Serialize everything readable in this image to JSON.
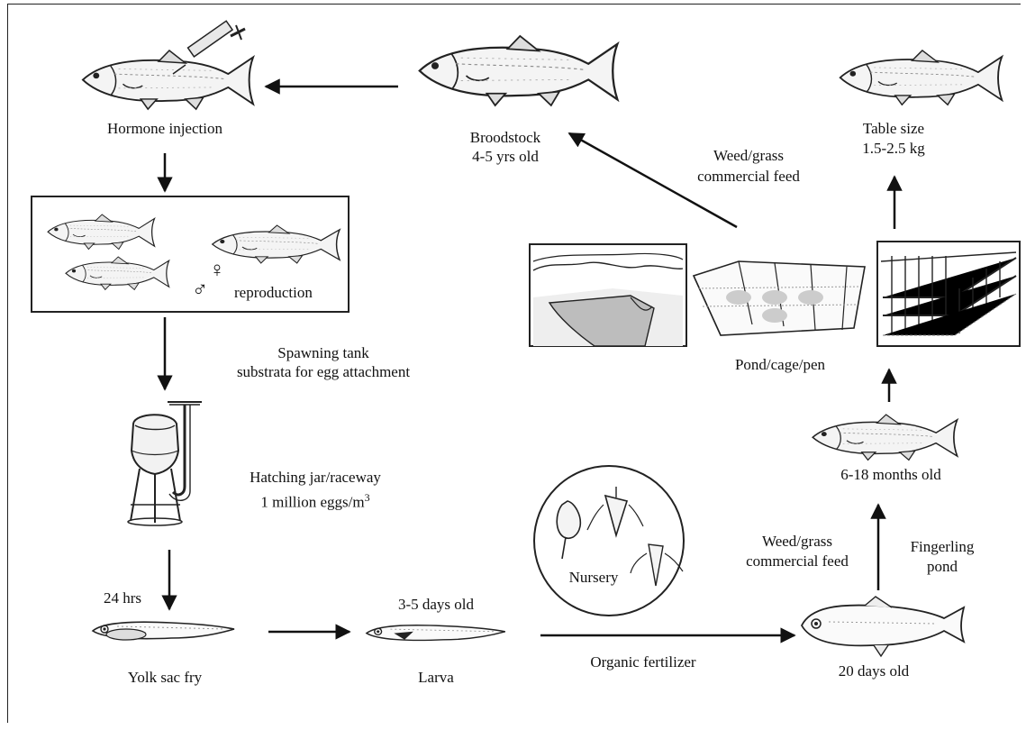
{
  "stages": {
    "hormone_injection": "Hormone injection",
    "broodstock_line1": "Broodstock",
    "broodstock_line2": "4-5 yrs old",
    "reproduction": "reproduction",
    "male_symbol": "♂",
    "female_symbol": "♀",
    "spawning_line1": "Spawning tank",
    "spawning_line2": "substrata for egg attachment",
    "hatching_line1": "Hatching jar/raceway",
    "hatching_line2_main": "1 million eggs/m",
    "hatching_line2_sup": "3",
    "hrs24": "24 hrs",
    "yolk_sac_fry": "Yolk sac fry",
    "larva_age": "3-5 days old",
    "larva": "Larva",
    "organic_fertilizer": "Organic fertilizer",
    "nursery": "Nursery",
    "days20": "20 days old",
    "feed_left_line1": "Weed/grass",
    "feed_left_line2": "commercial feed",
    "fingerling_line1": "Fingerling",
    "fingerling_line2": "pond",
    "months_old": "6-18 months old",
    "pond_cage_pen": "Pond/cage/pen",
    "feed_top_line1": "Weed/grass",
    "feed_top_line2": "commercial feed",
    "table_size_line1": "Table size",
    "table_size_line2": "1.5-2.5 kg"
  },
  "icons": [
    "fish-icon",
    "syringe-icon",
    "hatching-jar-icon",
    "fry-icon",
    "larva-icon",
    "zooplankton-icon",
    "pond-scene-icon",
    "cage-icon",
    "pen-icon"
  ]
}
